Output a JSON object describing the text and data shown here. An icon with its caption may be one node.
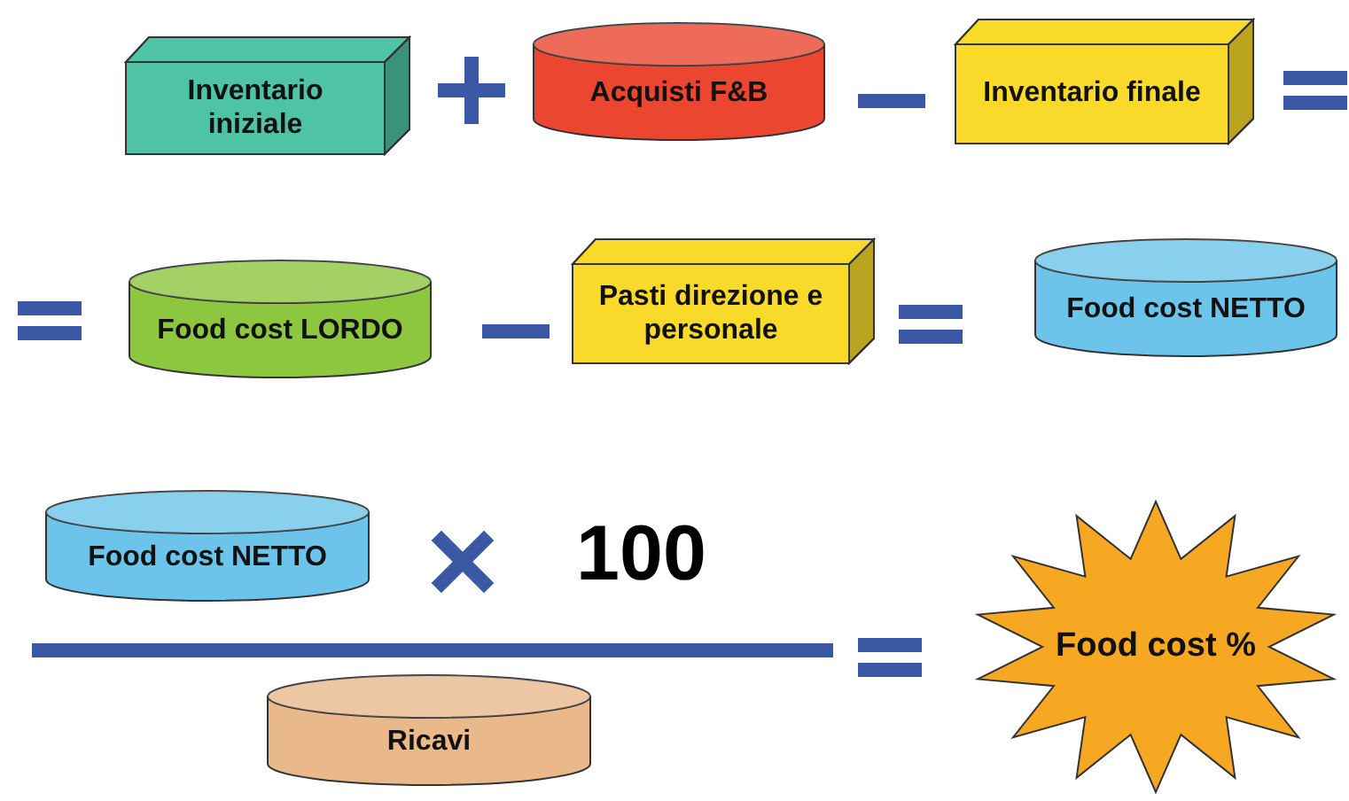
{
  "diagram": {
    "nodes": [
      {
        "text": [
          "Inventario iniziale"
        ]
      },
      {
        "text": [
          "Acquisti F&B"
        ]
      },
      {
        "text": [
          "Inventario finale"
        ]
      },
      {
        "text": [
          "Food cost LORDO"
        ]
      },
      {
        "text": [
          "Pasti direzione e personale"
        ]
      },
      {
        "text": [
          "Food cost NETTO"
        ]
      },
      {
        "text": [
          "Food cost NETTO"
        ]
      },
      {
        "text": [
          "Ricavi"
        ]
      },
      {
        "text": [
          "Food cost %"
        ]
      }
    ],
    "edges": [],
    "labels": [
      "100"
    ]
  }
}
